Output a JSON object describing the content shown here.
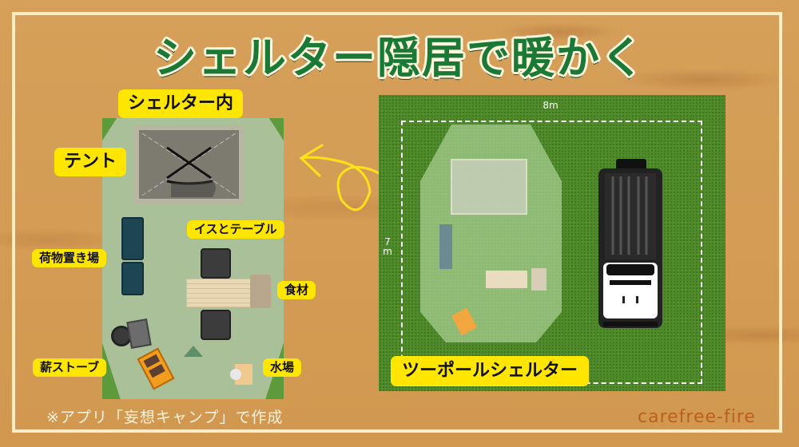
{
  "title": "シェルター隠居で暖かく",
  "left_plan": {
    "labels": {
      "shelter_inside": "シェルター内",
      "tent": "テント",
      "chairs_table": "イスとテーブル",
      "luggage": "荷物置き場",
      "food": "食材",
      "wood_stove": "薪ストーブ",
      "water": "水場"
    }
  },
  "right_plan": {
    "width_label": "8m",
    "height_label_num": "7",
    "height_label_unit": "m",
    "label": "ツーポールシェルター",
    "vehicle": "car-top-view"
  },
  "credit": "※アプリ「妄想キャンプ」で作成",
  "brand": "carefree-fire",
  "colors": {
    "background": "#d49a52",
    "title_green": "#1a7a35",
    "label_yellow": "#ffe600",
    "grass": "#4f8a2a",
    "floor": "#a9c098",
    "arrow_yellow": "#ffe21a"
  }
}
